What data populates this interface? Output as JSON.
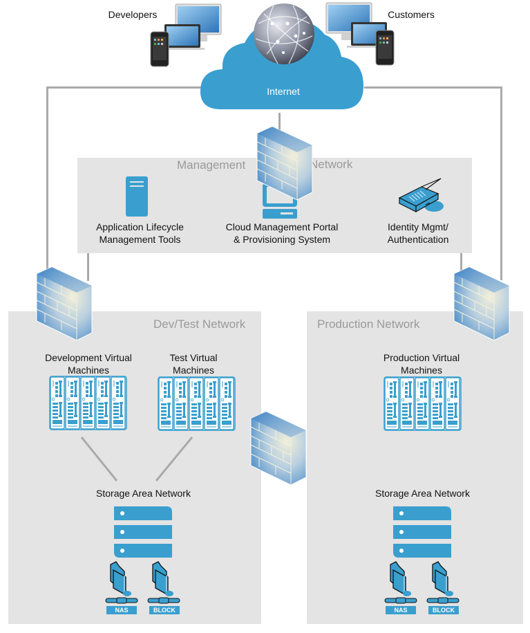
{
  "diagram": {
    "endpoints": {
      "developers_label": "Developers",
      "customers_label": "Customers"
    },
    "internet": {
      "label": "Internet"
    },
    "management_network": {
      "title_left": "Management",
      "title_right": "Network",
      "items": [
        {
          "line1": "Application Lifecycle",
          "line2": "Management Tools",
          "icon": "server-tower-icon"
        },
        {
          "line1": "Cloud Management Portal",
          "line2": "& Provisioning System",
          "icon": "computer-terminal-icon"
        },
        {
          "line1": "Identity Mgmt/",
          "line2": "Authentication",
          "icon": "authentication-device-icon"
        }
      ]
    },
    "devtest_network": {
      "title": "Dev/Test Network",
      "dev_vms": {
        "line1": "Development Virtual",
        "line2": "Machines"
      },
      "test_vms": {
        "line1": "Test Virtual",
        "line2": "Machines"
      },
      "storage": {
        "label": "Storage Area Network",
        "nas": "NAS",
        "block": "BLOCK"
      }
    },
    "production_network": {
      "title": "Production Network",
      "prod_vms": {
        "line1": "Production Virtual",
        "line2": "Machines"
      },
      "storage": {
        "label": "Storage Area Network",
        "nas": "NAS",
        "block": "BLOCK"
      }
    },
    "colors": {
      "accent_blue": "#3a9fcf",
      "panel_gray": "#e4e4e4",
      "connector_gray": "#aaaaaa",
      "panel_title_gray": "#9a9a9a"
    }
  }
}
